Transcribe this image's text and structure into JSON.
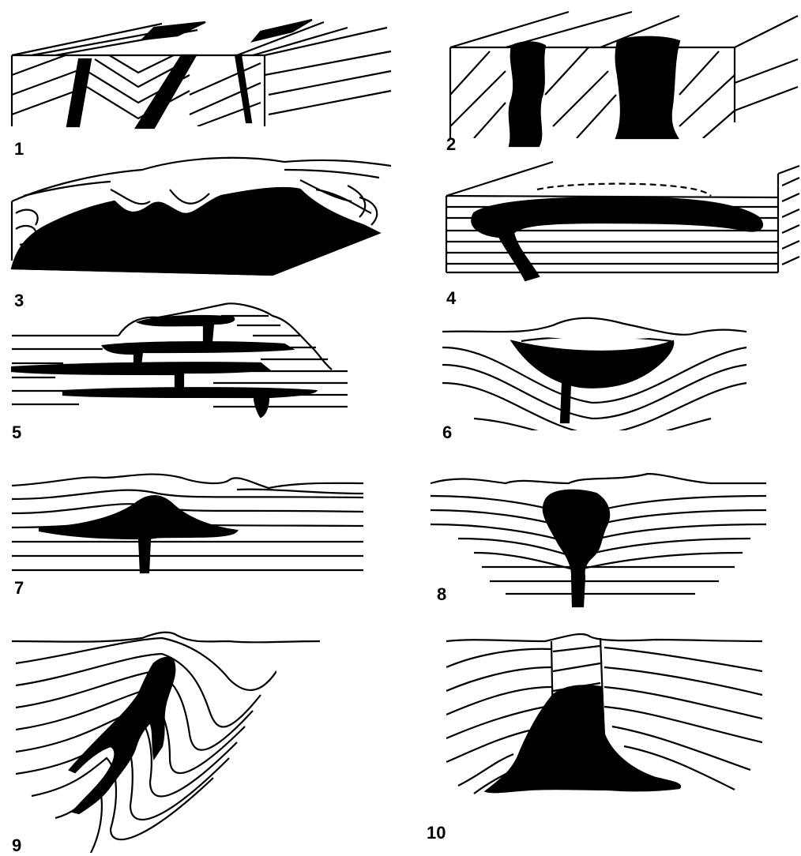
{
  "ink_color": "#000000",
  "paper_color": "#ffffff",
  "panels": [
    {
      "label": "1"
    },
    {
      "label": "2"
    },
    {
      "label": "3"
    },
    {
      "label": "4"
    },
    {
      "label": "5"
    },
    {
      "label": "6"
    },
    {
      "label": "7"
    },
    {
      "label": "8"
    },
    {
      "label": "9"
    },
    {
      "label": "10"
    }
  ]
}
